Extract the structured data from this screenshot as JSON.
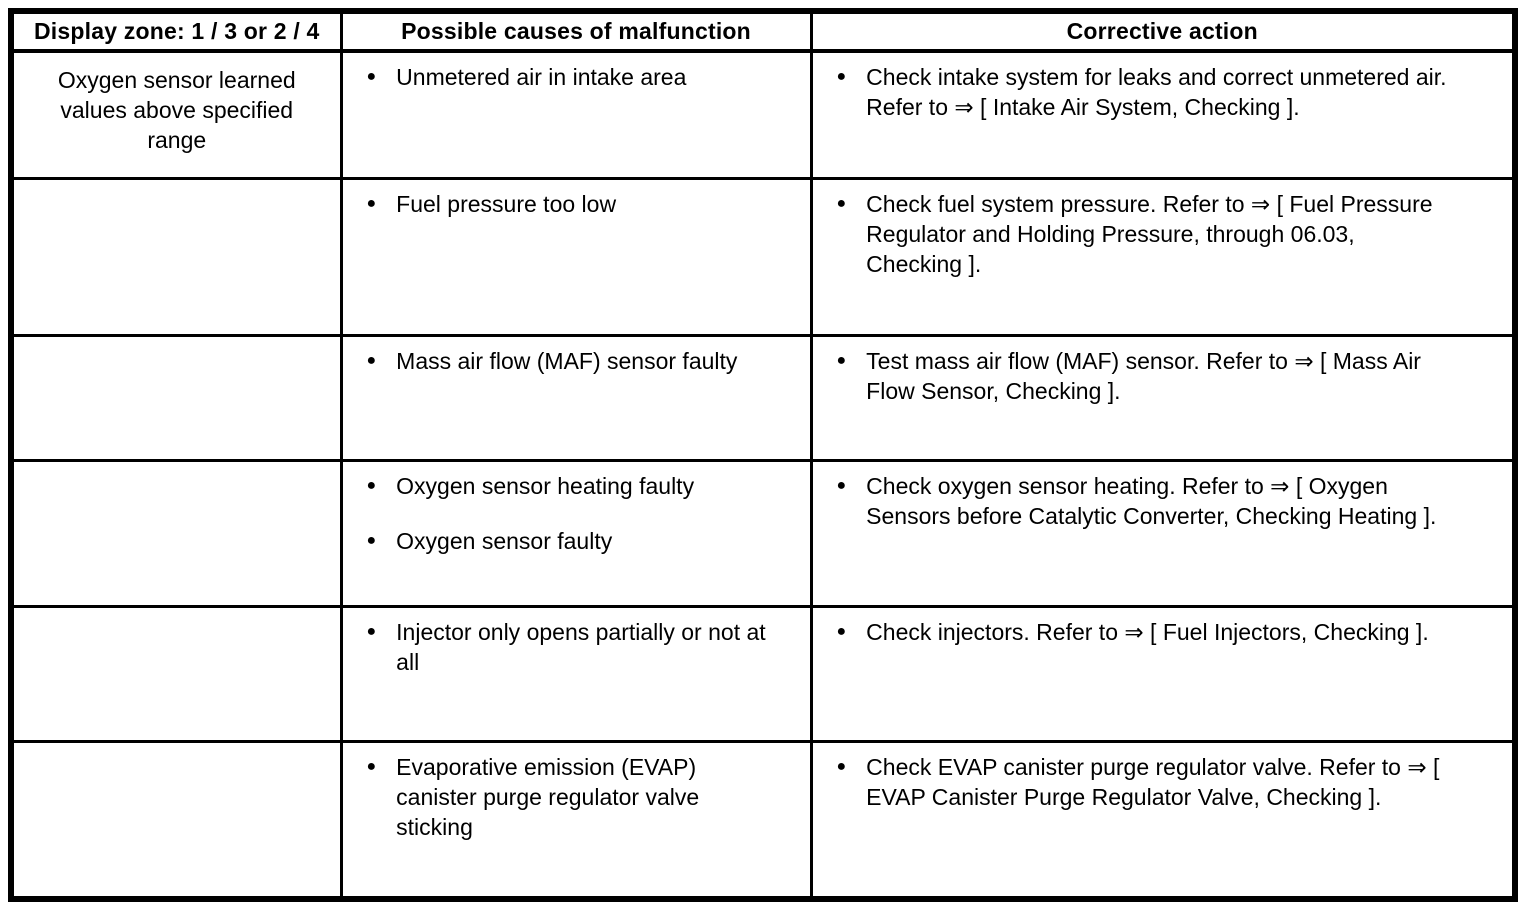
{
  "table": {
    "headers": {
      "display_zone": "Display zone: 1 / 3 or 2 / 4",
      "causes": "Possible causes of malfunction",
      "action": "Corrective action"
    },
    "bullet_glyph": "●",
    "rows": [
      {
        "zone": "Oxygen sensor learned values above specified range",
        "causes": [
          "Unmetered air in intake area"
        ],
        "actions": [
          "Check intake system for leaks and correct unmetered air. Refer to ⇒ [ Intake Air System, Checking ]."
        ]
      },
      {
        "causes": [
          "Fuel pressure too low"
        ],
        "actions": [
          "Check fuel system pressure. Refer to ⇒ [ Fuel Pressure Regulator and Holding Pressure, through 06.03, Checking ]."
        ]
      },
      {
        "causes": [
          "Mass air flow (MAF) sensor faulty"
        ],
        "actions": [
          "Test mass air flow (MAF) sensor. Refer to ⇒ [ Mass Air Flow Sensor, Checking ]."
        ]
      },
      {
        "causes": [
          "Oxygen sensor heating faulty",
          "Oxygen sensor faulty"
        ],
        "actions": [
          "Check oxygen sensor heating. Refer to ⇒ [ Oxygen Sensors before Catalytic Converter, Checking Heating ]."
        ]
      },
      {
        "causes": [
          "Injector only opens partially or not at all"
        ],
        "actions": [
          "Check injectors. Refer to ⇒ [ Fuel Injectors, Checking ]."
        ]
      },
      {
        "causes": [
          "Evaporative emission (EVAP) canister purge regulator valve sticking"
        ],
        "actions": [
          "Check EVAP canister purge regulator valve. Refer to ⇒ [ EVAP Canister Purge Regulator Valve, Checking ]."
        ]
      }
    ]
  }
}
